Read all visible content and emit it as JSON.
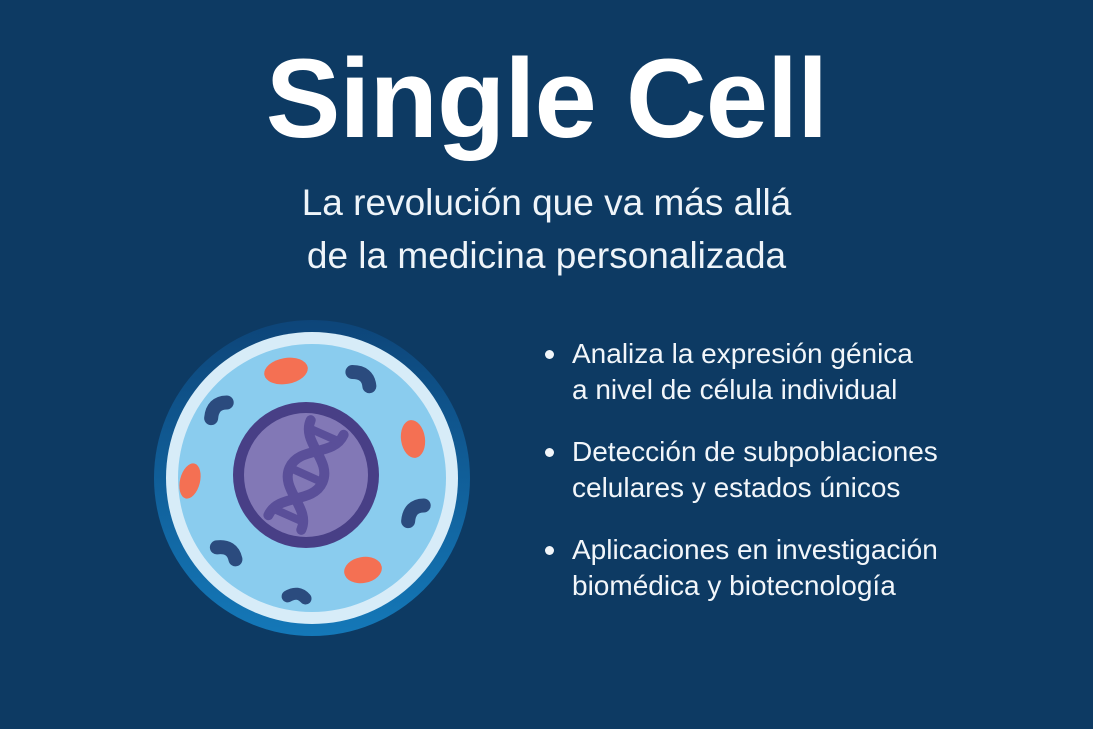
{
  "slide": {
    "background_color": "#0d3a63",
    "title": "Single Cell",
    "subtitle_lines": [
      "La revolución que va más allá",
      "de la medicina personalizada"
    ]
  },
  "bullet_list": {
    "items": [
      {
        "lines": [
          "Analiza la expresión génica",
          "a nivel de célula individual"
        ]
      },
      {
        "lines": [
          "Detección de subpoblaciones",
          "celulares y estados únicos"
        ]
      },
      {
        "lines": [
          "Aplicaciones en investigación",
          "biomédica y biotecnología"
        ]
      }
    ]
  },
  "illustration": {
    "label": "single-cell-diagram",
    "colors": {
      "membrane_ring_top": "#0d4579",
      "membrane_ring_bottom": "#1478b8",
      "membrane_inner": "#d7ecf8",
      "cytoplasm": "#8accee",
      "nucleus_border": "#483f86",
      "nucleus_fill": "#8278b6",
      "dna_strand": "#5a4f99",
      "organelle_orange": "#f47053",
      "organelle_dark": "#2b4b7e"
    }
  }
}
